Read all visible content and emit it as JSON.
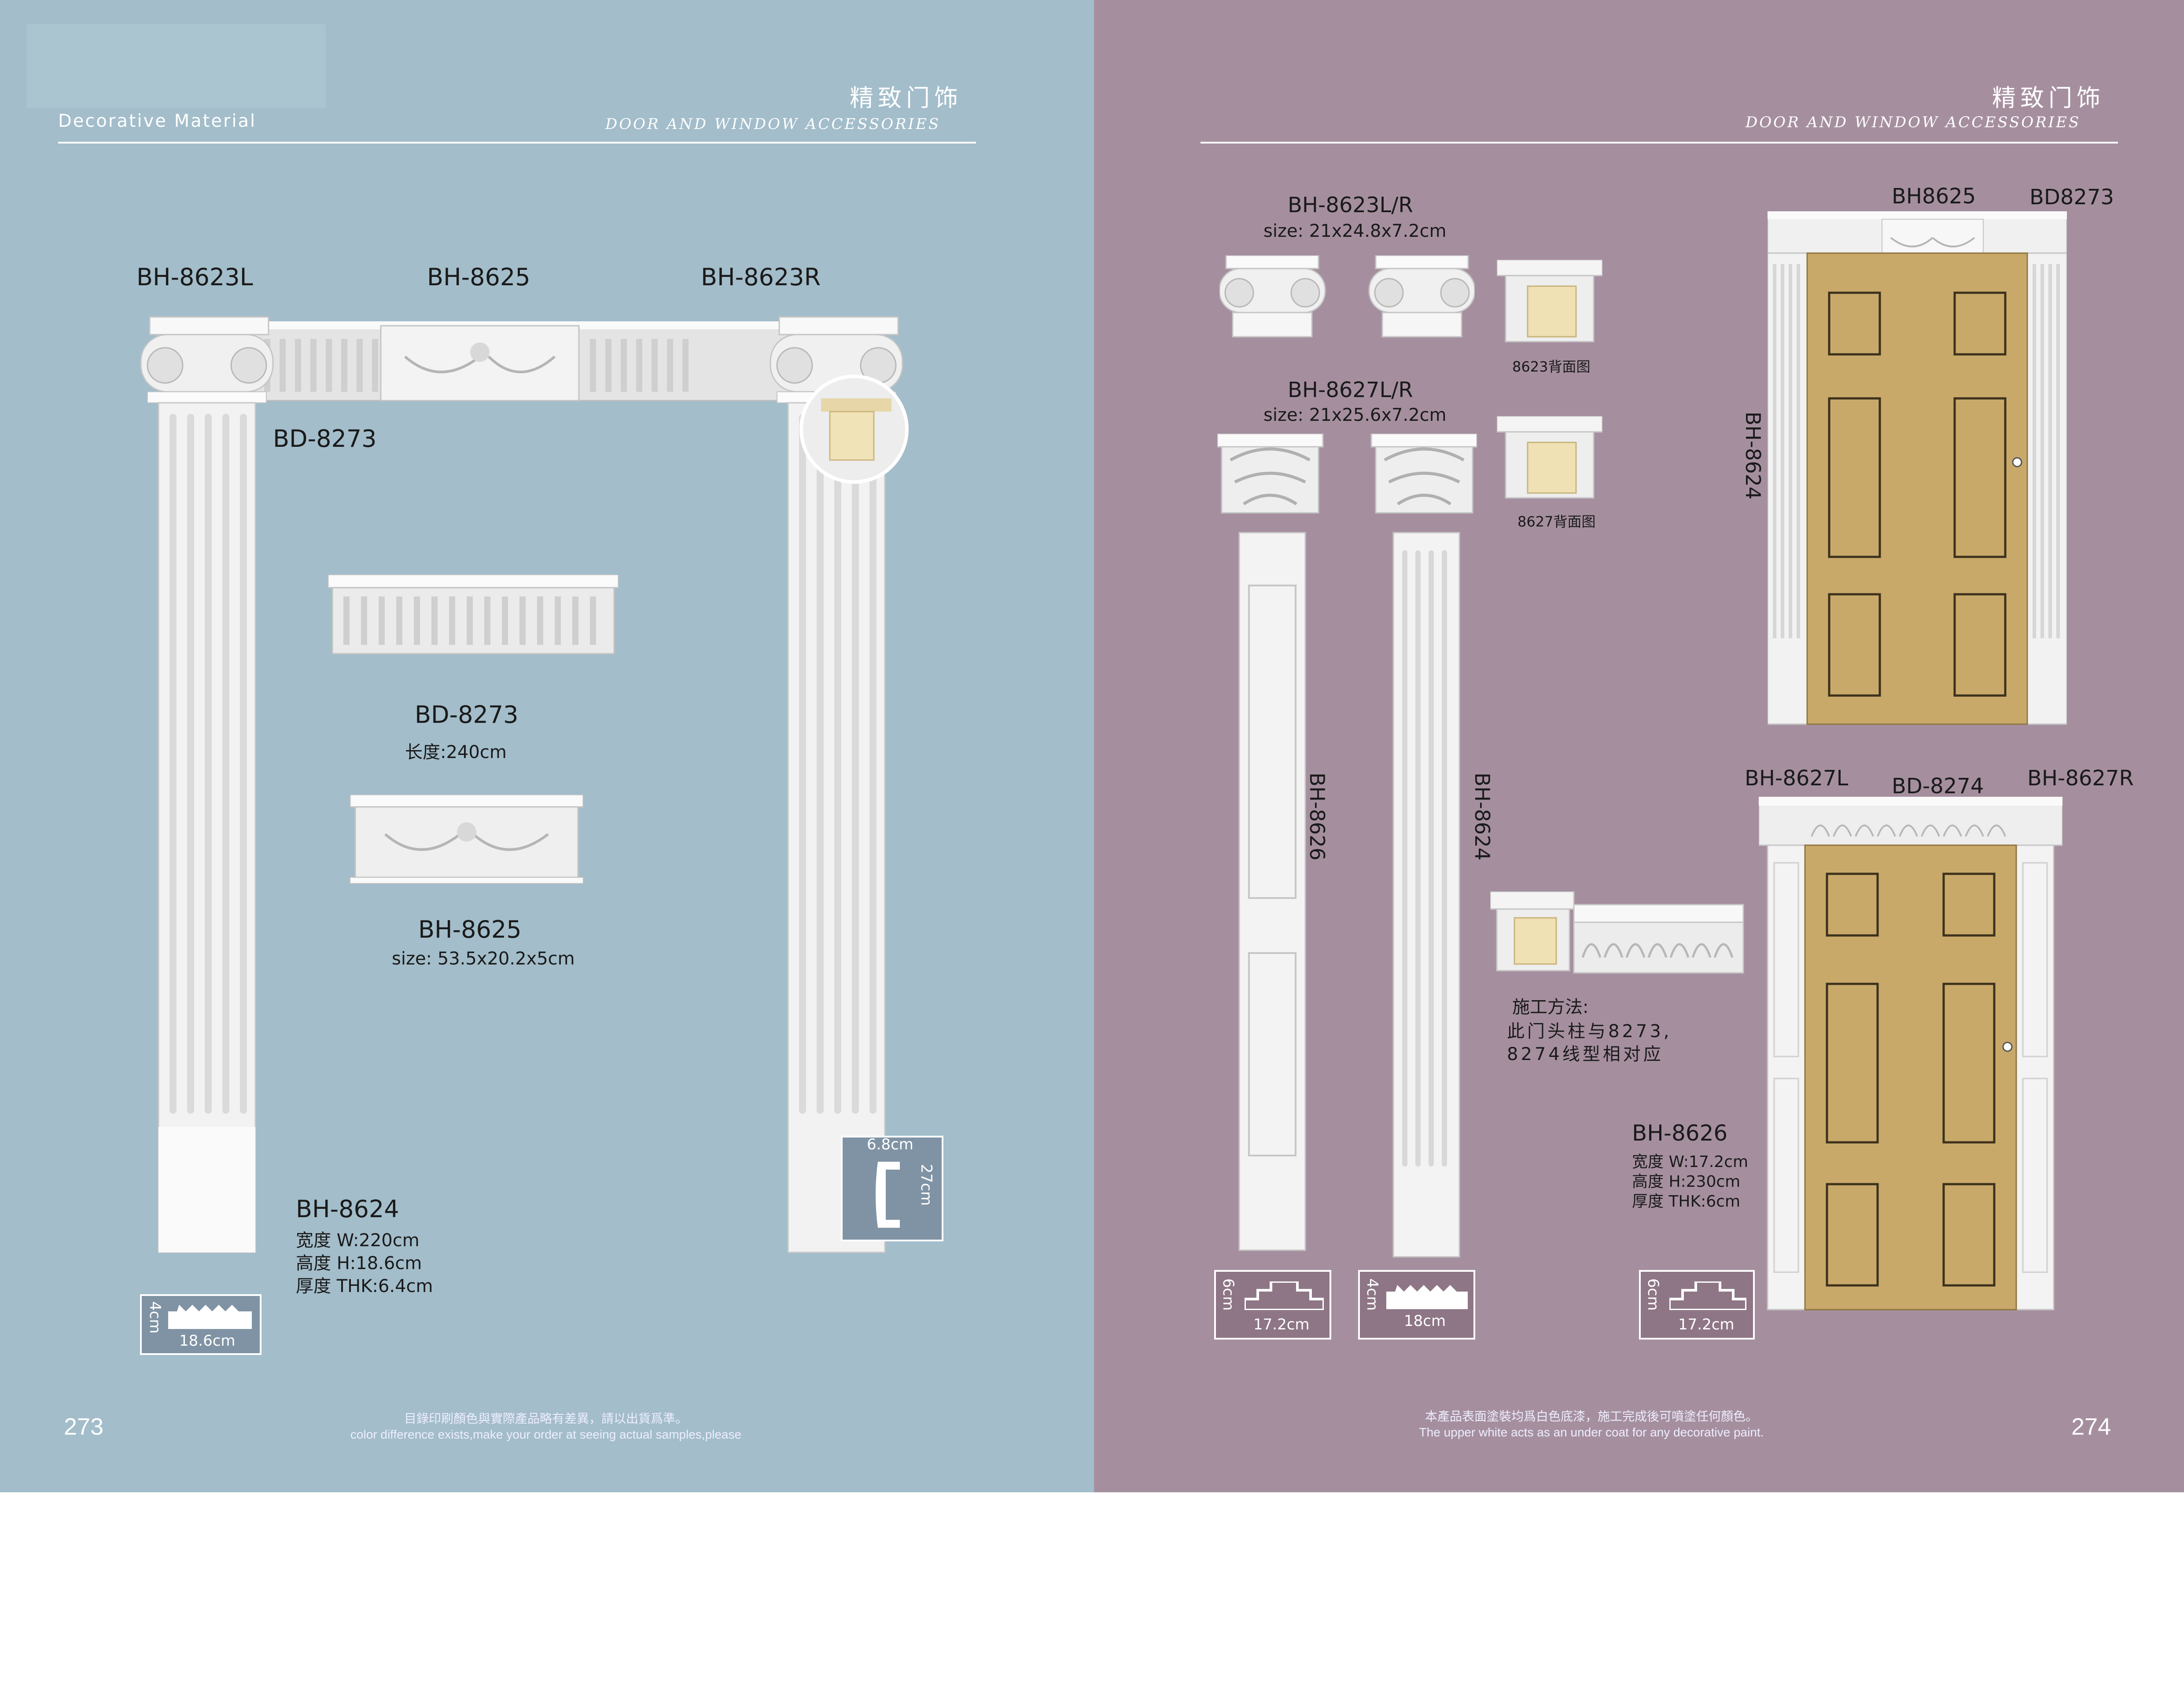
{
  "left": {
    "brand": "Decorative Material",
    "title_cn": "精致门饰",
    "title_en": "DOOR AND WINDOW ACCESSORIES",
    "labels": {
      "bh8623l": "BH-8623L",
      "bh8625_top": "BH-8625",
      "bh8623r": "BH-8623R",
      "bd8273_top": "BD-8273",
      "bd8273": "BD-8273",
      "bd8273_len": "长度:240cm",
      "bh8625": "BH-8625",
      "bh8625_size": "size: 53.5x20.2x5cm",
      "bh8624": "BH-8624",
      "bh8624_w": "宽度 W:220cm",
      "bh8624_h": "高度  H:18.6cm",
      "bh8624_t": "厚度 THK:6.4cm"
    },
    "profile_8624": {
      "h": "4cm",
      "w": "18.6cm"
    },
    "profile_8273": {
      "w": "6.8cm",
      "h": "27cm"
    },
    "page_number": "273",
    "footer_cn": "目錄印刷顏色與實際產品略有差異，請以出貨爲準。",
    "footer_en": "color difference exists,make your order at seeing actual samples,please"
  },
  "right": {
    "title_cn": "精致门饰",
    "title_en": "DOOR AND WINDOW ACCESSORIES",
    "labels": {
      "bh8623lr": "BH-8623L/R",
      "bh8623lr_size": "size: 21x24.8x7.2cm",
      "back8623": "8623背面图",
      "bh8627lr": "BH-8627L/R",
      "bh8627lr_size": "size: 21x25.6x7.2cm",
      "back8627": "8627背面图",
      "bh8626_v": "BH-8626",
      "bh8624_v": "BH-8624",
      "door1_bh8625": "BH8625",
      "door1_bd8273": "BD8273",
      "door1_bh8624": "BH-8624",
      "door2_bh8627l": "BH-8627L",
      "door2_bd8274": "BD-8274",
      "door2_bh8627r": "BH-8627R",
      "method_title": "施工方法:",
      "method_line1": "此门头柱与8273,",
      "method_line2": "8274线型相对应",
      "bh8626": "BH-8626",
      "bh8626_w": "宽度 W:17.2cm",
      "bh8626_h": "高度  H:230cm",
      "bh8626_t": "厚度 THK:6cm"
    },
    "profile_a": {
      "h": "6cm",
      "w": "17.2cm"
    },
    "profile_b": {
      "h": "4cm",
      "w": "18cm"
    },
    "profile_c": {
      "h": "6cm",
      "w": "17.2cm"
    },
    "page_number": "274",
    "footer_cn": "本產品表面塗裝均爲白色底漆，施工完成後可噴塗任何顏色。",
    "footer_en": "The upper white acts as an under coat for any decorative paint."
  },
  "colors": {
    "left_bg": "#a3bdca",
    "right_bg": "#a58f9f",
    "door": "#c9a96a",
    "plaster": "#f2f2f2"
  }
}
